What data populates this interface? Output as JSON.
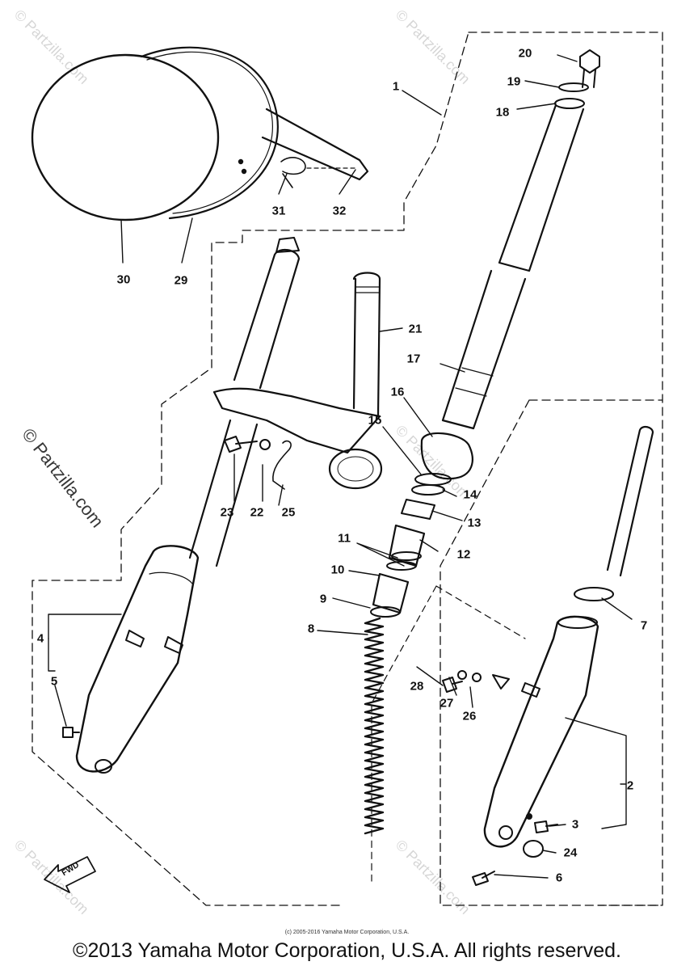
{
  "callouts": [
    {
      "id": "1",
      "label": "1"
    },
    {
      "id": "2",
      "label": "2"
    },
    {
      "id": "3",
      "label": "3"
    },
    {
      "id": "4",
      "label": "4"
    },
    {
      "id": "5",
      "label": "5"
    },
    {
      "id": "6",
      "label": "6"
    },
    {
      "id": "7",
      "label": "7"
    },
    {
      "id": "8",
      "label": "8"
    },
    {
      "id": "9",
      "label": "9"
    },
    {
      "id": "10",
      "label": "10"
    },
    {
      "id": "11",
      "label": "11"
    },
    {
      "id": "12",
      "label": "12"
    },
    {
      "id": "13",
      "label": "13"
    },
    {
      "id": "14",
      "label": "14"
    },
    {
      "id": "15",
      "label": "15"
    },
    {
      "id": "16",
      "label": "16"
    },
    {
      "id": "17",
      "label": "17"
    },
    {
      "id": "18",
      "label": "18"
    },
    {
      "id": "19",
      "label": "19"
    },
    {
      "id": "20",
      "label": "20"
    },
    {
      "id": "21",
      "label": "21"
    },
    {
      "id": "22",
      "label": "22"
    },
    {
      "id": "23",
      "label": "23"
    },
    {
      "id": "24",
      "label": "24"
    },
    {
      "id": "25",
      "label": "25"
    },
    {
      "id": "26",
      "label": "26"
    },
    {
      "id": "27",
      "label": "27"
    },
    {
      "id": "28",
      "label": "28"
    },
    {
      "id": "29",
      "label": "29"
    },
    {
      "id": "30",
      "label": "30"
    },
    {
      "id": "31",
      "label": "31"
    },
    {
      "id": "32",
      "label": "32"
    }
  ],
  "fwd_label": "FWD",
  "watermark": "© Partzilla.com",
  "copyright_small": "(c) 2005-2016 Yamaha Motor Corporation, U.S.A.",
  "copyright_main": "©2013 Yamaha Motor Corporation, U.S.A. All rights reserved."
}
